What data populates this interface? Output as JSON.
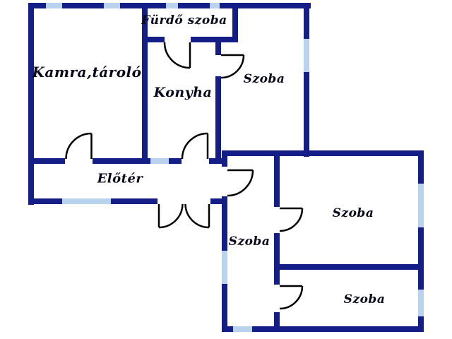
{
  "plan": {
    "type": "floor-plan",
    "rooms": [
      {
        "id": "kamra",
        "label": "Kamra,tároló"
      },
      {
        "id": "furdo",
        "label": "Fürdő szoba"
      },
      {
        "id": "konyha",
        "label": "Konyha"
      },
      {
        "id": "szoba_felso",
        "label": "Szoba"
      },
      {
        "id": "eloter",
        "label": "Előtér"
      },
      {
        "id": "szoba_kozep",
        "label": "Szoba"
      },
      {
        "id": "szoba_jobb",
        "label": "Szoba"
      },
      {
        "id": "szoba_also",
        "label": "Szoba"
      }
    ],
    "colors": {
      "wall": "#151d87",
      "window": "#b9d3ee",
      "door": "#000000",
      "label": "#08081c",
      "background": "#ffffff"
    }
  }
}
